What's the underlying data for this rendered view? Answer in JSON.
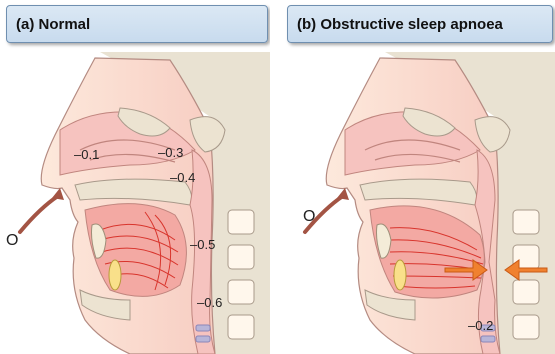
{
  "panels": [
    {
      "title": "(a) Normal",
      "airflow_symbol": "O",
      "labels": [
        "–0.1",
        "–0.3",
        "–0.4",
        "–0.5",
        "–0.6"
      ]
    },
    {
      "title": "(b) Obstructive sleep apnoea",
      "airflow_symbol": "O",
      "labels": [
        "–0.2"
      ]
    }
  ],
  "colors": {
    "header_fill": "#cfe0f0",
    "header_border": "#6f8fb0",
    "airway_pink": "#f7c8c4",
    "tissue_peach": "#fbe3d6",
    "bone": "#e9e2d2",
    "muscle_lines": "#d8342c",
    "arrow_orange": "#f0812f"
  },
  "icons": [
    "airflow-arrow-icon",
    "obstruction-arrow-icon"
  ]
}
